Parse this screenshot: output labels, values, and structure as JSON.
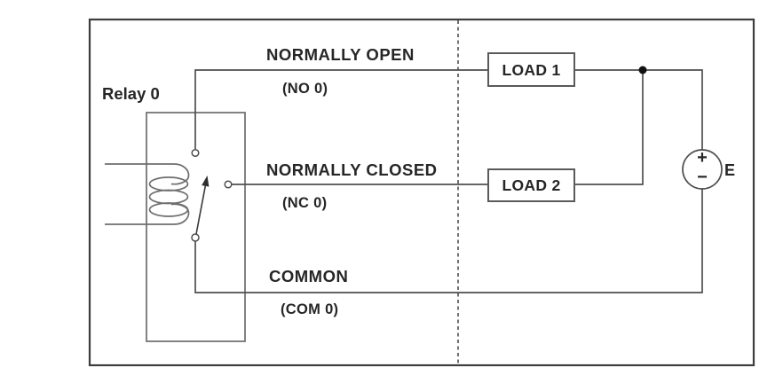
{
  "colors": {
    "background": "#ffffff",
    "outer_border": "#3d3d3d",
    "wire": "#4f4f4f",
    "relay_box_border": "#757575",
    "coil": "#6e6e6e",
    "dashed_divider": "#5a5a5a",
    "junction_dot": "#111111",
    "text": "#262626"
  },
  "relay": {
    "label": "Relay 0",
    "terminals": {
      "normally_open": {
        "name": "NORMALLY OPEN",
        "code": "(NO 0)"
      },
      "normally_closed": {
        "name": "NORMALLY CLOSED",
        "code": "(NC 0)"
      },
      "common": {
        "name": "COMMON",
        "code": "(COM 0)"
      }
    }
  },
  "loads": [
    {
      "label": "LOAD 1"
    },
    {
      "label": "LOAD 2"
    }
  ],
  "power_source": {
    "label": "E",
    "positive_sign": "+",
    "negative_sign": "−"
  }
}
